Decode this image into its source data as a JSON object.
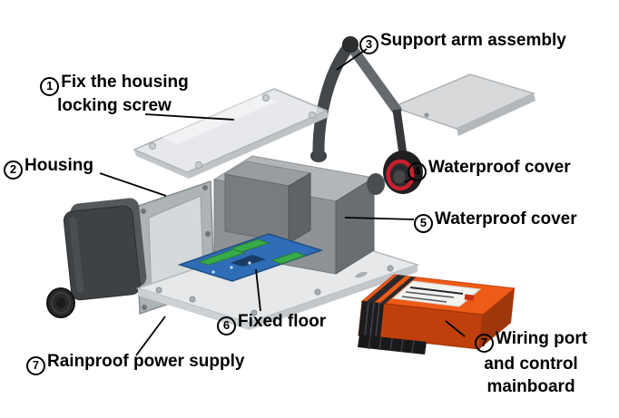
{
  "colors": {
    "background": "#ffffff",
    "label_text": "#000000",
    "leader_line": "#000000",
    "accent_orange": "#ee5a17",
    "orange_front": "#bf400c",
    "ring_red": "#c8202a",
    "pcb_blue": "#2f6db8",
    "terminal_green": "#38ab49",
    "motor_gray": "#8f9295",
    "power_box_gray": "#3f4245"
  },
  "labels": [
    {
      "number": "1",
      "lines": [
        "Fix the housing",
        "locking screw"
      ]
    },
    {
      "number": "2",
      "lines": [
        "Housing"
      ]
    },
    {
      "number": "3",
      "lines": [
        "Support arm assembly"
      ]
    },
    {
      "number": "4",
      "lines": [
        "Waterproof cover"
      ]
    },
    {
      "number": "5",
      "lines": [
        "Waterproof cover"
      ]
    },
    {
      "number": "6",
      "lines": [
        "Fixed floor"
      ]
    },
    {
      "number": "7",
      "lines": [
        "Rainproof power supply"
      ]
    },
    {
      "number": "7",
      "lines": [
        "Wiring port",
        "and control",
        "mainboard"
      ]
    }
  ],
  "parts": [
    "glass-cover-plate",
    "housing-frame",
    "support-arm-assembly",
    "wall-mount-pad",
    "round-waterproof-cover",
    "motor-body",
    "base-plate",
    "control-pcb",
    "rainproof-power-supply-cover",
    "rubber-cap",
    "control-mainboard-box"
  ]
}
